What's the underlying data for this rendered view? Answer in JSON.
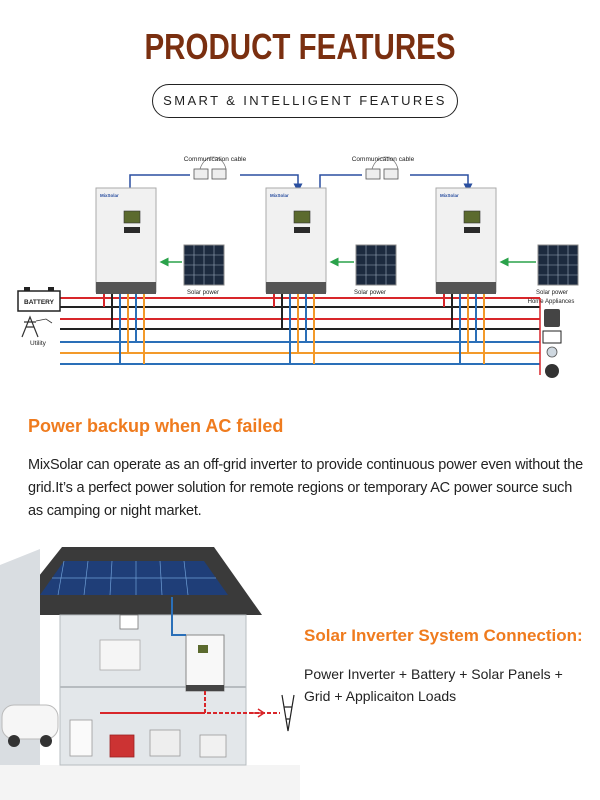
{
  "header": {
    "title": "PRODUCT FEATURES",
    "subtitle": "SMART & INTELLIGENT FEATURES"
  },
  "diagram": {
    "comm_cable_1": "Communication cable",
    "comm_cable_2": "Communication cable",
    "solar_1": "Solar power",
    "solar_2": "Solar power",
    "solar_3": "Solar power",
    "battery": "BATTERY",
    "utility": "Utility",
    "home_appliances": "Home Appliances",
    "brand": "MixSolar"
  },
  "section1": {
    "heading": "Power backup when AC failed",
    "text": "MixSolar can operate as an off-grid inverter to provide continuous power even without the grid.It’s a perfect power solution for remote regions or temporary AC power source such as camping or night market."
  },
  "section2": {
    "heading": "Solar Inverter System Connection:",
    "text": "Power Inverter + Battery + Solar Panels + Grid + Applicaiton Loads"
  },
  "colors": {
    "title": "#7a2f10",
    "heading_accent": "#ef7b1e",
    "wire_red": "#d8262a",
    "wire_blue": "#2a6fb8",
    "wire_orange": "#f39a2a",
    "wire_black": "#222222",
    "arrow_green": "#2aa24a"
  }
}
